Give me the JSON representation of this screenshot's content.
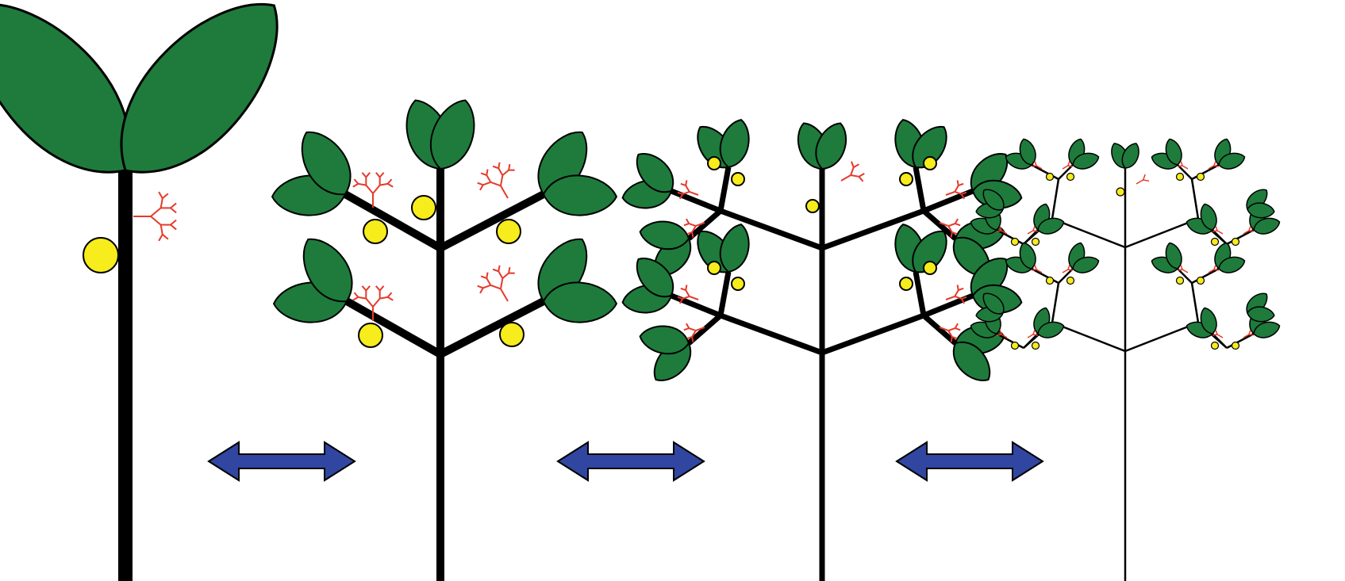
{
  "figure": {
    "panels": [
      {
        "name": "panel-1",
        "levels": 0
      },
      {
        "name": "panel-2",
        "levels": 2
      },
      {
        "name": "panel-3",
        "levels": 3
      },
      {
        "name": "panel-4",
        "levels": 4
      }
    ],
    "arrow_count": 3,
    "colors": {
      "leaf": "#1e7b3c",
      "stem": "#000000",
      "fruit": "#f7ec1c",
      "root": "#e53a2b",
      "arrow": "#3046a0",
      "background": "#ffffff"
    },
    "icons": [
      "leaf-icon",
      "fruit-icon",
      "root-icon",
      "double-arrow-icon"
    ]
  }
}
